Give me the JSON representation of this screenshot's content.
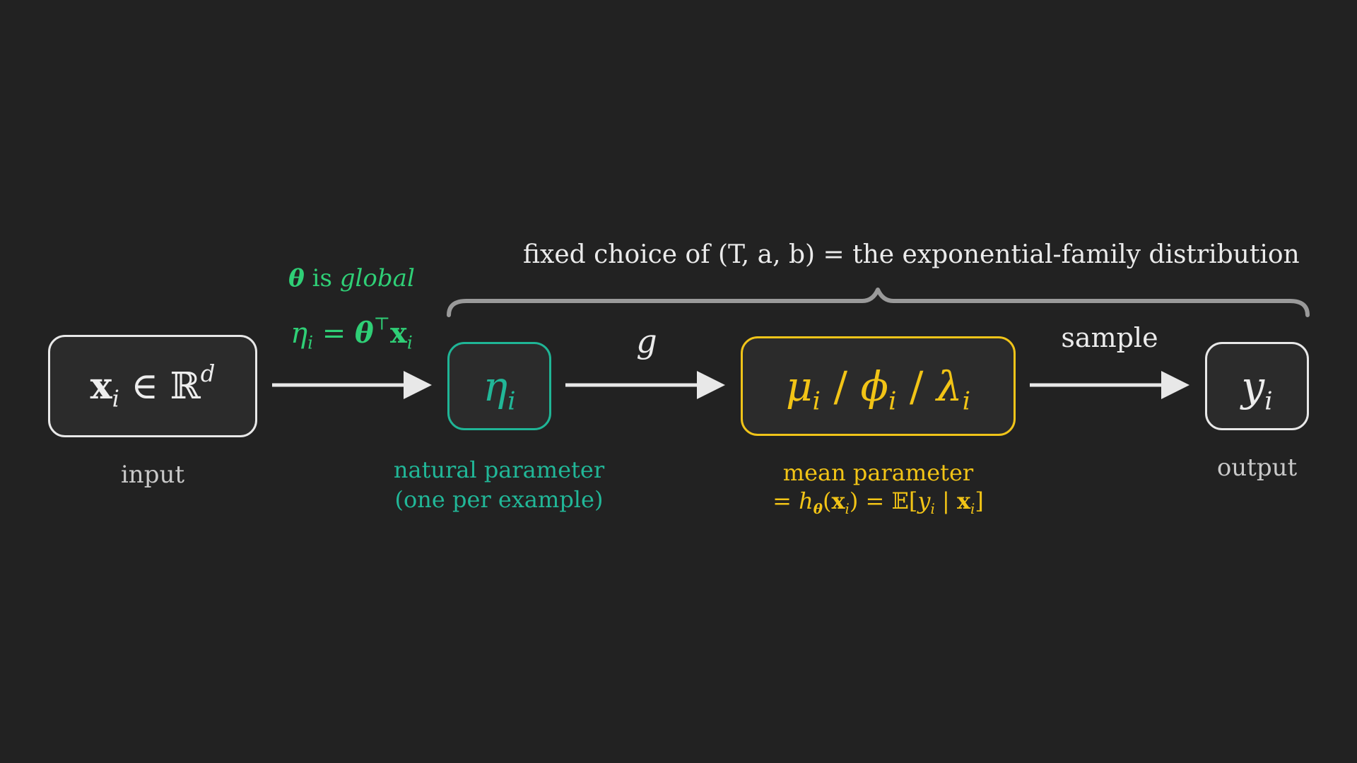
{
  "brace_label": "fixed choice of (T, a, b) = the exponential-family distribution",
  "input": {
    "symbol": "x",
    "subscript": "i",
    "relation": "∈",
    "space": "ℝ",
    "superscript": "d",
    "caption": "input"
  },
  "arrow1": {
    "theta": "θ",
    "is_word": "is",
    "global_word": "global",
    "eta": "η",
    "eta_sub": "i",
    "equals": "=",
    "transpose": "⊤",
    "x": "x",
    "x_sub": "i"
  },
  "natural": {
    "symbol": "η",
    "subscript": "i",
    "caption_line1": "natural parameter",
    "caption_line2": "(one per example)"
  },
  "arrow2": {
    "label": "g"
  },
  "mean": {
    "mu": "μ",
    "mu_sub": "i",
    "slash1": "/",
    "phi": "ϕ",
    "phi_sub": "i",
    "slash2": "/",
    "lambda": "λ",
    "lambda_sub": "i",
    "caption_line1": "mean parameter",
    "eq1": "=",
    "h": "h",
    "h_sub": "θ",
    "paren_open": "(",
    "x": "x",
    "x_sub": "i",
    "paren_close": ")",
    "eq2": "=",
    "expect": "𝔼",
    "bracket_open": "[",
    "y": "y",
    "y_sub": "i",
    "bar": "|",
    "x2": "x",
    "x2_sub": "i",
    "bracket_close": "]"
  },
  "arrow3": {
    "label": "sample"
  },
  "output": {
    "symbol": "y",
    "subscript": "i",
    "caption": "output"
  },
  "colors": {
    "background": "#222222",
    "box_fill": "#2b2b2b",
    "white": "#e8e8e8",
    "teal": "#21b798",
    "gold": "#f2c416",
    "green": "#2fcf76",
    "brace": "#9a9a9a",
    "caption_grey": "#c9c9c9"
  }
}
